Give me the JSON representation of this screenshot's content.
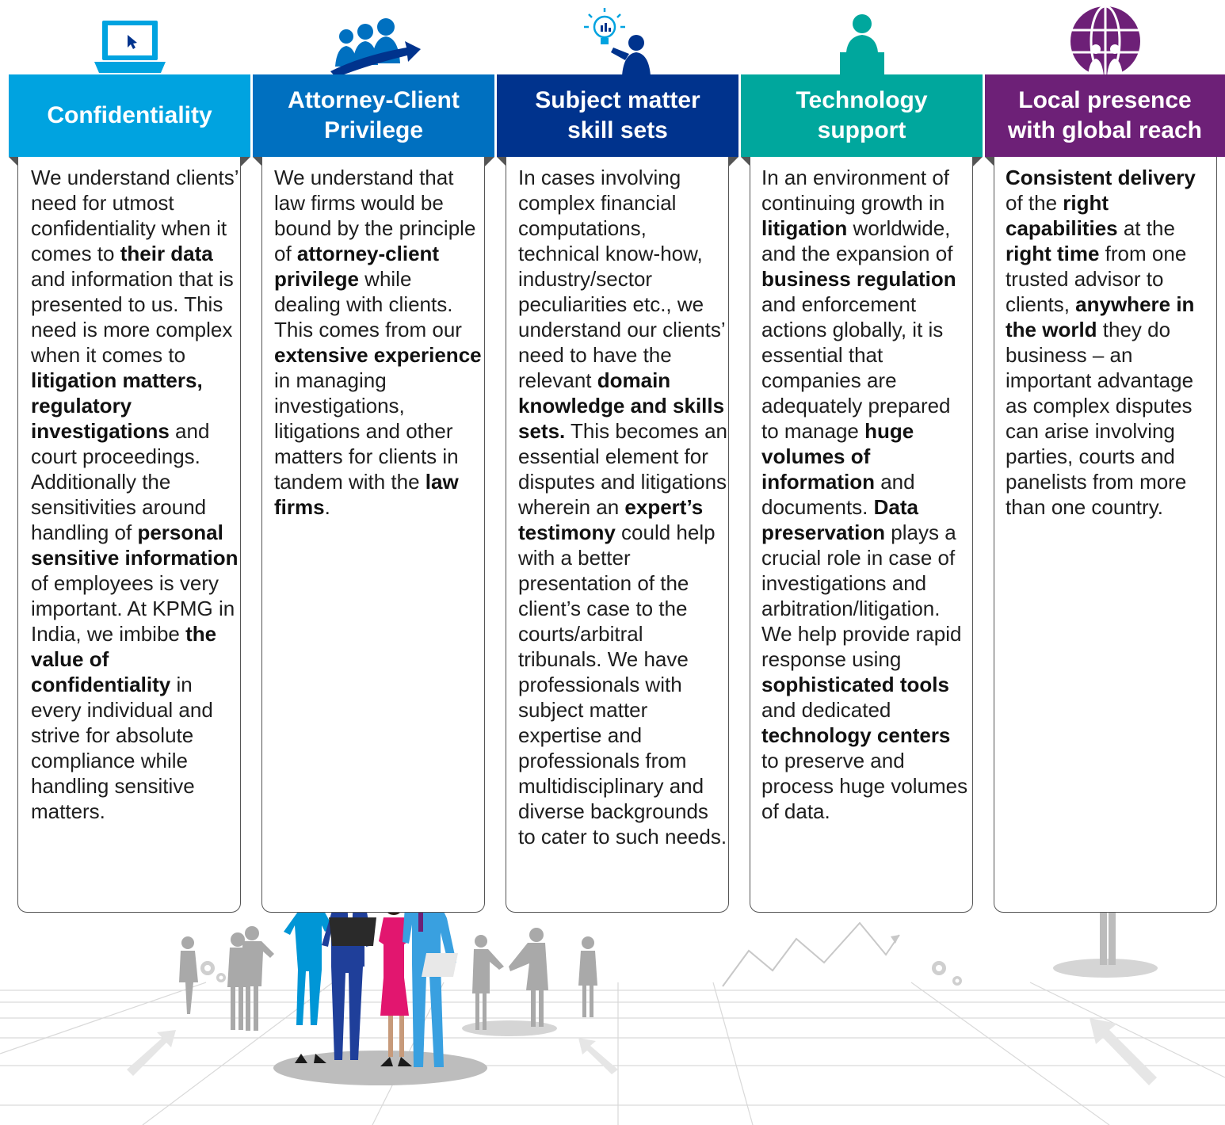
{
  "pillars": [
    {
      "id": "confidentiality",
      "color": "#00a3e0",
      "icon": "laptop-icon",
      "title_line1": "Confidentiality",
      "title_line2": "",
      "body": [
        {
          "t": "We understand clients’ need for utmost confidentiality when it comes to "
        },
        {
          "t": "their data",
          "b": true
        },
        {
          "t": " and information that is presented to us. This need is more complex when it comes to "
        },
        {
          "t": "litigation matters, regulatory investigations",
          "b": true
        },
        {
          "t": " and court proceedings. Additionally the sensitivities around handling of "
        },
        {
          "t": "personal sensitive information",
          "b": true
        },
        {
          "t": " of employees is very important. At KPMG in India, we imbibe "
        },
        {
          "t": "the value of confidentiality",
          "b": true
        },
        {
          "t": " in every individual and strive for absolute compliance while handling sensitive matters."
        }
      ]
    },
    {
      "id": "attorney-client-privilege",
      "color": "#0070c0",
      "icon": "team-growth-icon",
      "title_line1": "Attorney-Client",
      "title_line2": "Privilege",
      "body": [
        {
          "t": "We understand that law firms would be bound by the principle of "
        },
        {
          "t": "attorney-client privilege",
          "b": true
        },
        {
          "t": " while dealing with clients. This comes from our "
        },
        {
          "t": "extensive experience",
          "b": true
        },
        {
          "t": " in managing investigations, litigations and other matters for clients in tandem with the "
        },
        {
          "t": "law firms",
          "b": true
        },
        {
          "t": "."
        }
      ]
    },
    {
      "id": "subject-matter-skill-sets",
      "color": "#00338d",
      "icon": "idea-bulb-icon",
      "title_line1": "Subject matter",
      "title_line2": "skill sets",
      "body": [
        {
          "t": "In cases involving complex financial computations, technical know-how, industry/sector peculiarities etc., we understand our clients’ need to have the relevant "
        },
        {
          "t": "domain knowledge and skills sets.",
          "b": true
        },
        {
          "t": " This becomes an essential element for disputes and litigations wherein an "
        },
        {
          "t": "expert’s testimony",
          "b": true
        },
        {
          "t": " could help with a better presentation of the client’s case to the courts/arbitral tribunals. We have professionals with subject matter expertise and professionals from multidisciplinary and diverse backgrounds to cater to such needs."
        }
      ]
    },
    {
      "id": "technology-support",
      "color": "#00a79d",
      "icon": "person-at-desk-icon",
      "title_line1": "Technology",
      "title_line2": "support",
      "body": [
        {
          "t": "In an environment of continuing growth in "
        },
        {
          "t": "litigation",
          "b": true
        },
        {
          "t": " worldwide, and the expansion of "
        },
        {
          "t": "business regulation",
          "b": true
        },
        {
          "t": " and enforcement actions globally, it is essential that companies are adequately prepared to manage "
        },
        {
          "t": "huge volumes of information",
          "b": true
        },
        {
          "t": " and documents. "
        },
        {
          "t": "Data preservation",
          "b": true
        },
        {
          "t": " plays a crucial role in case of investigations and arbitration/litigation. We help provide rapid response using "
        },
        {
          "t": "sophisticated tools",
          "b": true
        },
        {
          "t": " and dedicated "
        },
        {
          "t": "technology centers",
          "b": true
        },
        {
          "t": " to preserve and process huge volumes of data."
        }
      ]
    },
    {
      "id": "local-presence-global-reach",
      "color": "#6d2077",
      "icon": "globe-people-icon",
      "title_line1": "Local presence",
      "title_line2": "with global reach",
      "body": [
        {
          "t": "Consistent delivery",
          "b": true
        },
        {
          "t": " of the "
        },
        {
          "t": "right capabilities",
          "b": true
        },
        {
          "t": " at the "
        },
        {
          "t": "right time",
          "b": true
        },
        {
          "t": " from one trusted advisor to clients, "
        },
        {
          "t": "anywhere in the world",
          "b": true
        },
        {
          "t": " they do business – an important advantage as complex disputes can arise involving parties, courts and panelists from more than one country."
        }
      ]
    }
  ]
}
